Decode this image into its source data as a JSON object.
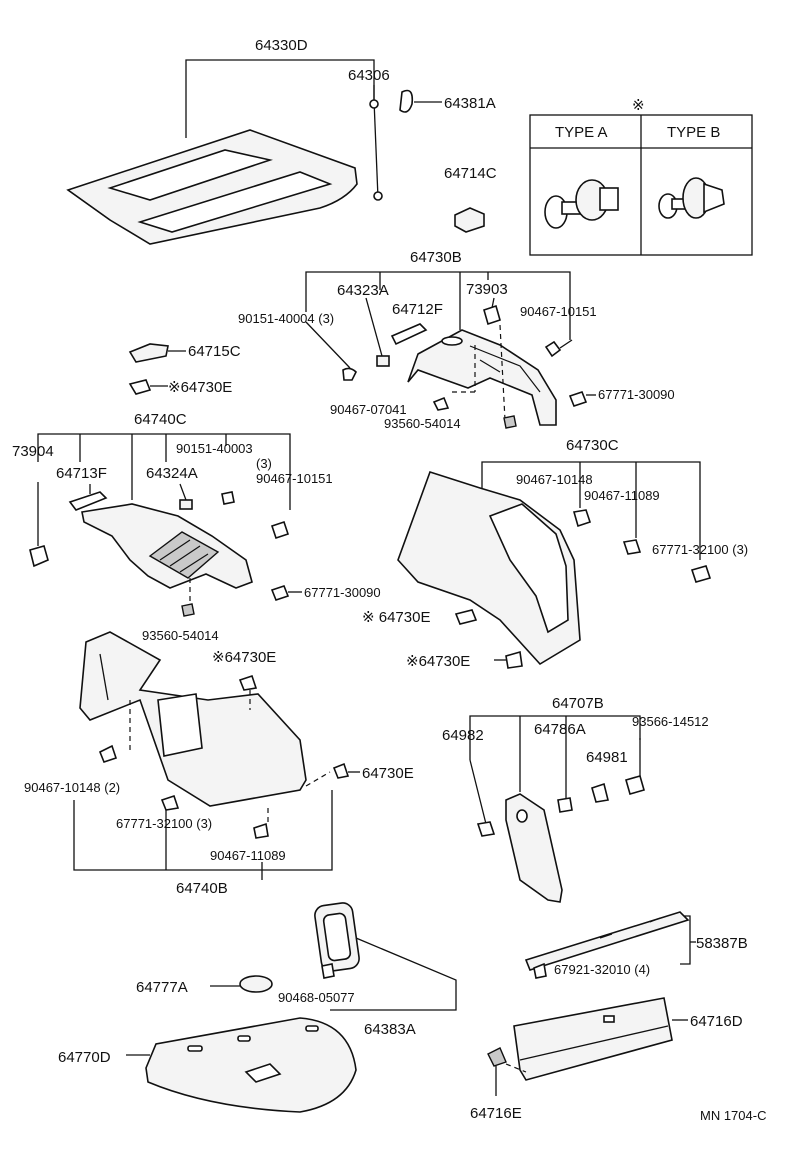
{
  "labels": {
    "p64330D": "64330D",
    "p64306": "64306",
    "p64381A": "64381A",
    "p64714C": "64714C",
    "p64730B": "64730B",
    "p64323A": "64323A",
    "p73903": "73903",
    "p64712F": "64712F",
    "p90151_40004": "90151-40004 (3)",
    "p90467_10151_a": "90467-10151",
    "p90467_07041": "90467-07041",
    "p93560_54014_a": "93560-54014",
    "p67771_30090_a": "67771-30090",
    "p64715C": "64715C",
    "p64730E_a": "※64730E",
    "p64740C": "64740C",
    "p73904": "73904",
    "p64713F": "64713F",
    "p64324A": "64324A",
    "p90151_40003": "90151-40003",
    "p90151_40003_qty": "(3)",
    "p90467_10151_b": "90467-10151",
    "p67771_30090_b": "67771-30090",
    "p93560_54014_b": "93560-54014",
    "p64730C": "64730C",
    "p90467_10148_a": "90467-10148",
    "p90467_11089_a": "90467-11089",
    "p67771_32100_a": "67771-32100 (3)",
    "p64730E_b": "※ 64730E",
    "p64730E_c": "※64730E",
    "p64730E_d": "※64730E",
    "p64730E_e": "64730E",
    "p90467_10148_b": "90467-10148 (2)",
    "p67771_32100_b": "67771-32100 (3)",
    "p90467_11089_b": "90467-11089",
    "p64740B": "64740B",
    "p64707B": "64707B",
    "p64982": "64982",
    "p64786A": "64786A",
    "p93566_14512": "93566-14512",
    "p64981": "64981",
    "p58387B": "58387B",
    "p67921_32010": "67921-32010 (4)",
    "p64777A": "64777A",
    "p90468_05077": "90468-05077",
    "p64383A": "64383A",
    "p64716D": "64716D",
    "p64770D": "64770D",
    "p64716E": "64716E",
    "code": "MN 1704-C"
  },
  "legend": {
    "symbol": "※",
    "type_a": "TYPE A",
    "type_b": "TYPE B"
  }
}
